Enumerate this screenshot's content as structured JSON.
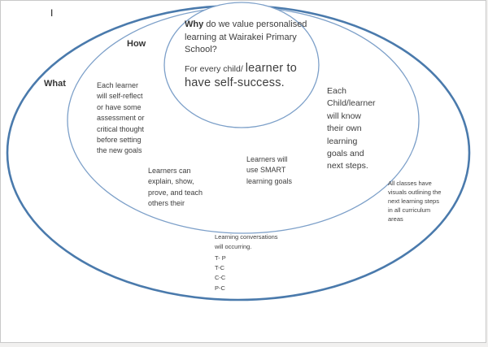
{
  "page": {
    "cursor": "I",
    "colors": {
      "outer_stroke": "#4a7aac",
      "inner_stroke": "#7da0c9",
      "text": "#3d3d3d"
    }
  },
  "labels": {
    "what": "What",
    "how": "How"
  },
  "why": {
    "lead_bold": "Why",
    "lead_rest": " do we value personalised learning at Wairakei Primary School?",
    "second_small": "For every child/ ",
    "second_large": "learner to have self-success."
  },
  "notes": {
    "each_learner": "Each learner\nwill self-reflect\nor have some\nassessment or\ncritical thought\nbefore setting\nthe new goals",
    "learners_can": "Learners can\nexplain, show,\nprove, and teach\nothers their",
    "learners_smart": "Learners will\nuse SMART\nlearning goals",
    "each_child": "Each\nChild/learner\nwill know\ntheir own\nlearning\ngoals and\nnext steps.",
    "all_classes": "All classes have\nvisuals outlining the\nnext learning steps\nin all curriculum\nareas",
    "learning_conversations": "Learning conversations\nwill occurring.",
    "conversation_pairs": "T- P\nT-C\nC-C\nP-C"
  }
}
